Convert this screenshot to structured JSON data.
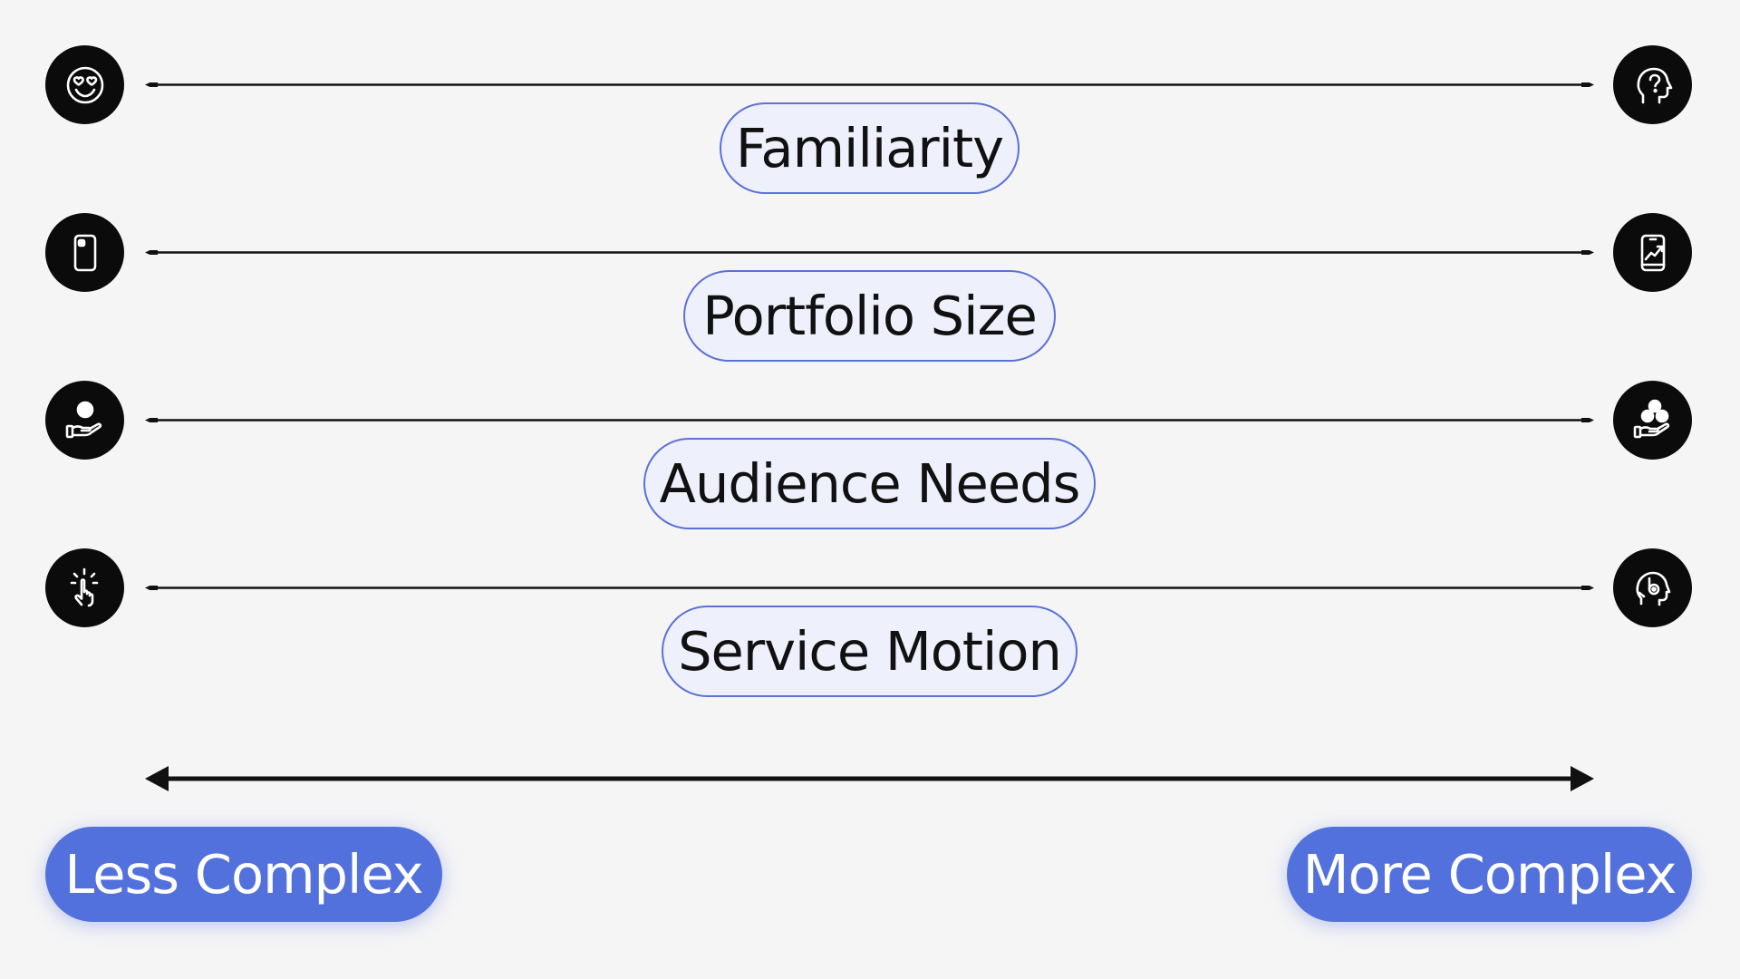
{
  "rows": [
    {
      "label": "Familiarity",
      "left_icon": "smiley-heart-eyes-icon",
      "right_icon": "head-question-icon"
    },
    {
      "label": "Portfolio Size",
      "left_icon": "phone-icon",
      "right_icon": "phone-chart-icon"
    },
    {
      "label": "Audience Needs",
      "left_icon": "hand-person-icon",
      "right_icon": "hand-group-icon"
    },
    {
      "label": "Service Motion",
      "left_icon": "tap-gesture-icon",
      "right_icon": "head-support-icon"
    }
  ],
  "scale": {
    "low": "Less Complex",
    "high": "More Complex"
  },
  "colors": {
    "accent": "#5271dc",
    "pill_border": "#5b72d6",
    "pill_fill": "#eef0fc",
    "icon_bg": "#0b0b0b"
  }
}
